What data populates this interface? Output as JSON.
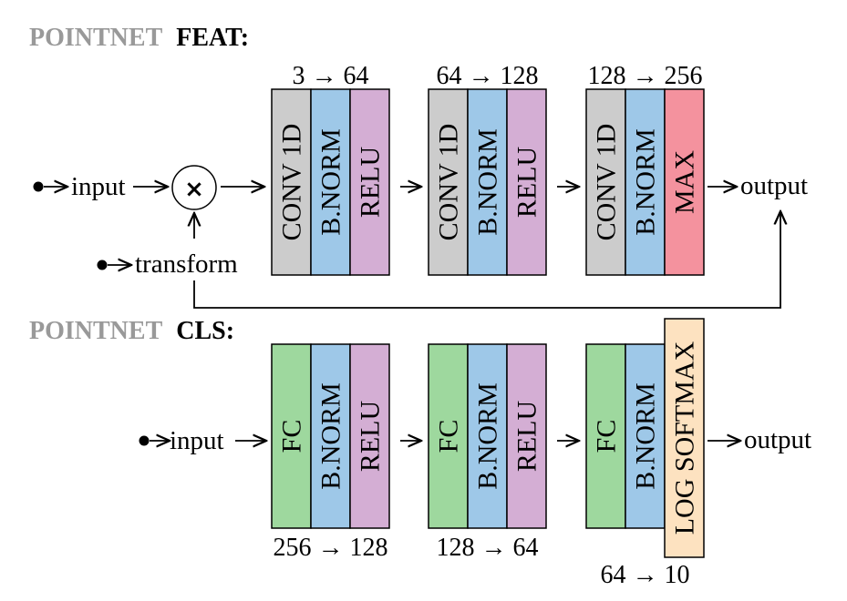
{
  "colors": {
    "conv": "#cccccc",
    "bnorm": "#9ec8e8",
    "relu": "#d4aed4",
    "max": "#f4929e",
    "fc": "#9ed89e",
    "logsoftmax": "#fde2c0",
    "title_gray": "#999999"
  },
  "feat": {
    "title_gray": "POINTNET",
    "title_black": "FEAT:",
    "input_label": "input",
    "transform_label": "transform",
    "output_label": "output",
    "multiply_symbol": "×",
    "groups": [
      {
        "dim": "3 → 64",
        "blocks": [
          {
            "label": "CONV 1D",
            "kind": "conv"
          },
          {
            "label": "B.NORM",
            "kind": "bnorm"
          },
          {
            "label": "RELU",
            "kind": "relu"
          }
        ]
      },
      {
        "dim": "64 → 128",
        "blocks": [
          {
            "label": "CONV 1D",
            "kind": "conv"
          },
          {
            "label": "B.NORM",
            "kind": "bnorm"
          },
          {
            "label": "RELU",
            "kind": "relu"
          }
        ]
      },
      {
        "dim": "128 → 256",
        "blocks": [
          {
            "label": "CONV 1D",
            "kind": "conv"
          },
          {
            "label": "B.NORM",
            "kind": "bnorm"
          },
          {
            "label": "MAX",
            "kind": "max"
          }
        ]
      }
    ]
  },
  "cls": {
    "title_gray": "POINTNET",
    "title_black": "CLS:",
    "input_label": "input",
    "output_label": "output",
    "groups": [
      {
        "dim": "256 → 128",
        "blocks": [
          {
            "label": "FC",
            "kind": "fc"
          },
          {
            "label": "B.NORM",
            "kind": "bnorm"
          },
          {
            "label": "RELU",
            "kind": "relu"
          }
        ]
      },
      {
        "dim": "128 → 64",
        "blocks": [
          {
            "label": "FC",
            "kind": "fc"
          },
          {
            "label": "B.NORM",
            "kind": "bnorm"
          },
          {
            "label": "RELU",
            "kind": "relu"
          }
        ]
      },
      {
        "dim": "64 → 10",
        "blocks": [
          {
            "label": "FC",
            "kind": "fc"
          },
          {
            "label": "B.NORM",
            "kind": "bnorm"
          },
          {
            "label": "LOG SOFTMAX",
            "kind": "logsoftmax"
          }
        ]
      }
    ]
  }
}
